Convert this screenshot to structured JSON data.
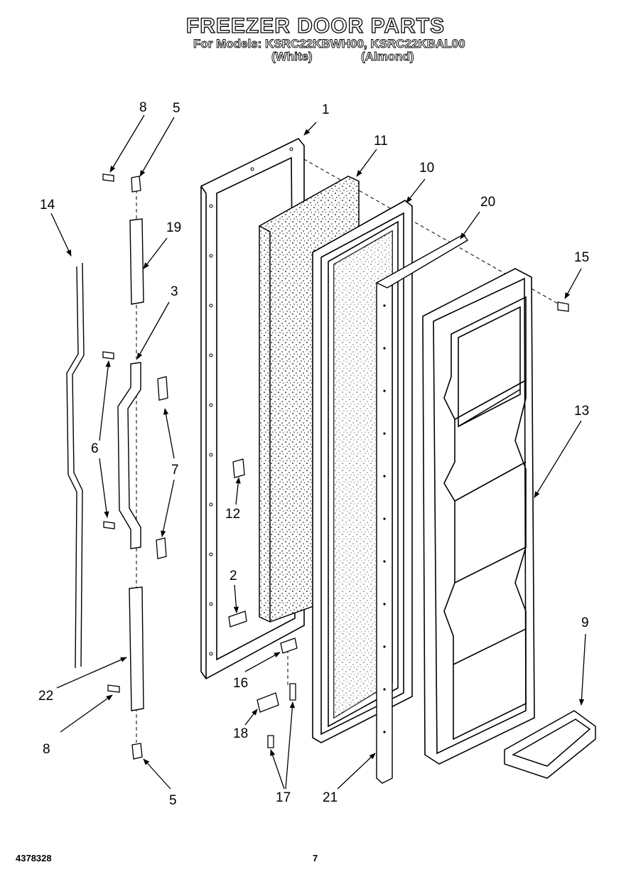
{
  "header": {
    "title": "FREEZER DOOR PARTS",
    "models_line": "For Models: KSRC22KBWH00, KSRC22KBAL00",
    "variant_white": "(White)",
    "variant_almond": "(Almond)"
  },
  "footer": {
    "doc_number": "4378328",
    "page_number": "7"
  },
  "callouts": {
    "c1": "1",
    "c2": "2",
    "c3": "3",
    "c5a": "5",
    "c5b": "5",
    "c6": "6",
    "c7": "7",
    "c8a": "8",
    "c8b": "8",
    "c9": "9",
    "c10": "10",
    "c11": "11",
    "c12": "12",
    "c13": "13",
    "c14": "14",
    "c15": "15",
    "c16": "16",
    "c17": "17",
    "c18": "18",
    "c19": "19",
    "c20": "20",
    "c21": "21",
    "c22": "22"
  }
}
